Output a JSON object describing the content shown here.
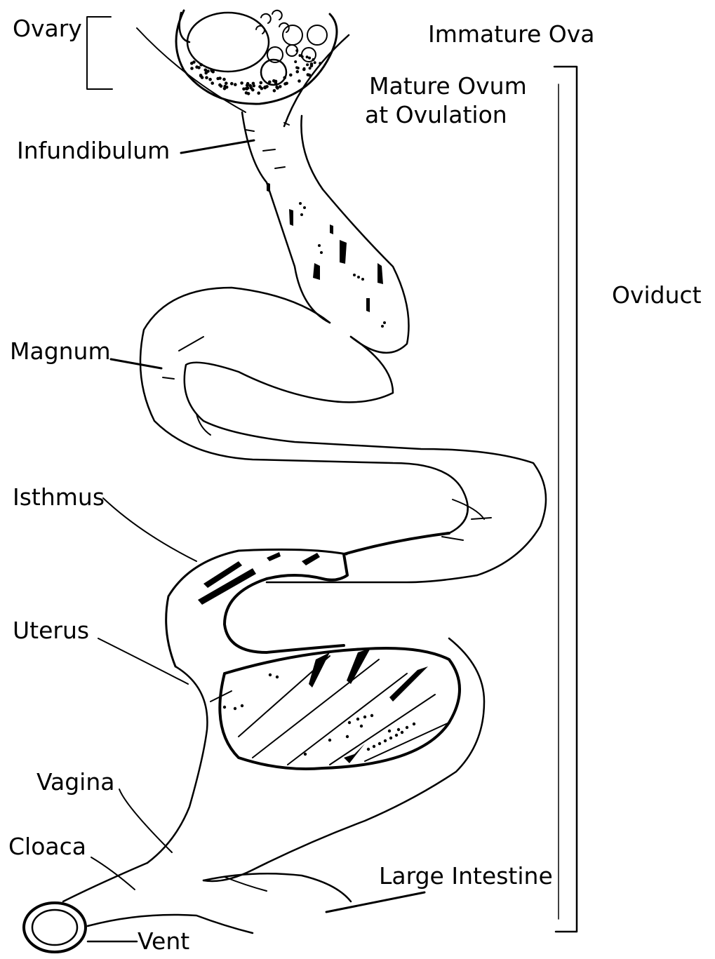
{
  "labels": {
    "ovary": "Ovary",
    "immature_ova": "Immature Ova",
    "mature_ovum_line1": "Mature Ovum",
    "mature_ovum_line2": "at Ovulation",
    "infundibulum": "Infundibulum",
    "magnum": "Magnum",
    "oviduct": "Oviduct",
    "isthmus": "Isthmus",
    "uterus": "Uterus",
    "vagina": "Vagina",
    "cloaca": "Cloaca",
    "large_intestine": "Large Intestine",
    "vent": "Vent"
  },
  "colors": {
    "line": "#000000",
    "background": "#ffffff"
  }
}
